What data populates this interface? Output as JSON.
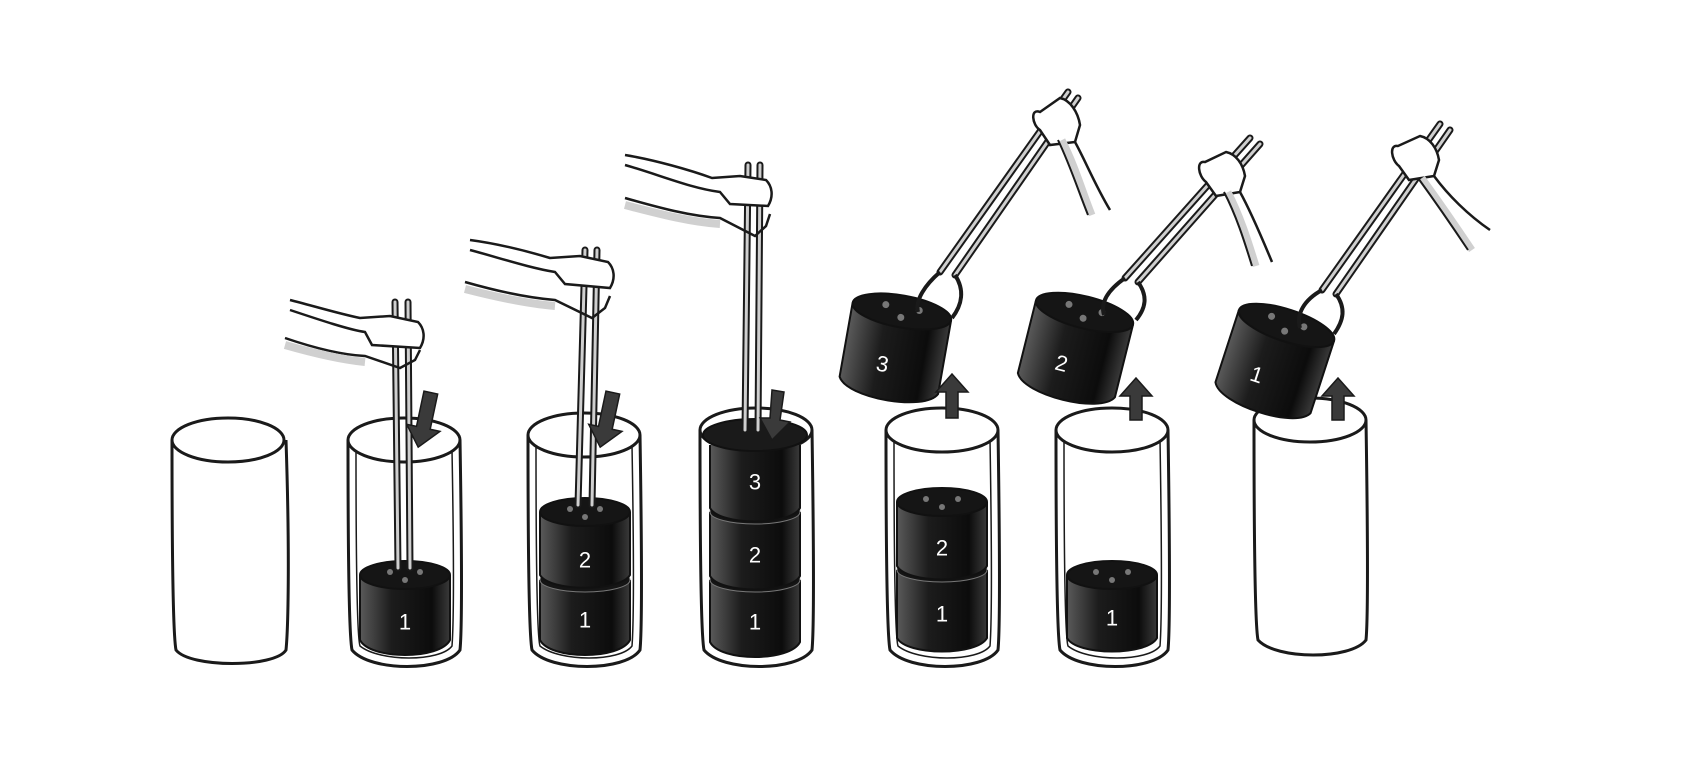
{
  "diagram": {
    "steps": [
      {
        "id": "step-1",
        "action": "empty",
        "pieces": []
      },
      {
        "id": "step-2",
        "action": "insert",
        "pieces": [
          "1"
        ]
      },
      {
        "id": "step-3",
        "action": "insert",
        "pieces": [
          "1",
          "2"
        ]
      },
      {
        "id": "step-4",
        "action": "insert",
        "pieces": [
          "1",
          "2",
          "3"
        ]
      },
      {
        "id": "step-5",
        "action": "remove",
        "pieces": [
          "1",
          "2"
        ],
        "lifted": "3"
      },
      {
        "id": "step-6",
        "action": "remove",
        "pieces": [
          "1"
        ],
        "lifted": "2"
      },
      {
        "id": "step-7",
        "action": "remove",
        "pieces": [],
        "lifted": "1"
      }
    ]
  },
  "colors": {
    "outline": "#1a1a1a",
    "piece": "#151515",
    "piece_highlight": "#5a5a5a",
    "glass_shade": "#d8d8d8",
    "arrow": "#3a3a3a",
    "skin": "#ffffff",
    "sleeve_shadow": "#d0d0d0"
  },
  "icons": {
    "down": "arrow-down-icon",
    "up": "arrow-up-icon",
    "hand": "hand-icon",
    "tongs": "tongs-icon"
  }
}
